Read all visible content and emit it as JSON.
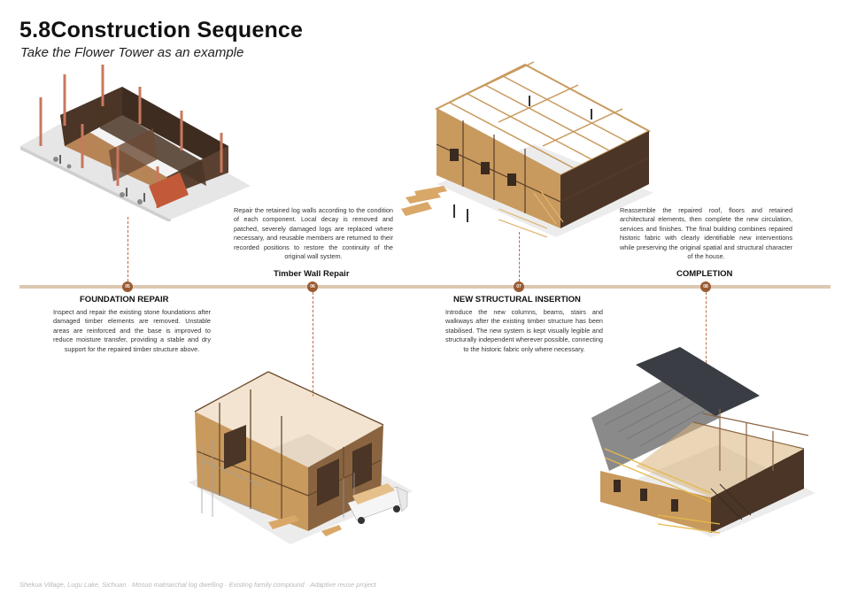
{
  "page": {
    "title": "5.8Construction Sequence",
    "subtitle": "Take the Flower Tower as an example",
    "footer": "Shekua Village, Lugu Lake, Sichuan · Mosuo matriarchal log dwelling · Existing family compound · Adaptive reuse project"
  },
  "steps": [
    {
      "number": "05",
      "heading": "FOUNDATION REPAIR",
      "description": "Inspect and repair the existing stone foundations after damaged timber elements are removed. Unstable areas are reinforced and the base is improved to reduce moisture transfer, providing a stable and dry support for the repaired timber structure above."
    },
    {
      "number": "06",
      "heading": "Timber Wall Repair",
      "description": "Repair the retained log walls according to the condition of each component. Local decay is removed and patched, severely damaged logs are replaced where necessary, and reusable members are returned to their recorded positions to restore the continuity of the original wall system."
    },
    {
      "number": "07",
      "heading": "NEW STRUCTURAL INSERTION",
      "description": "Introduce the new columns, beams, stairs and walkways after the existing timber structure has been stabilised. The new system is kept visually legible and structurally independent wherever possible, connecting to the historic fabric only where necessary."
    },
    {
      "number": "08",
      "heading": "COMPLETION",
      "description": "Reassemble the repaired roof, floors and retained architectural elements, then complete the new circulation, services and finishes. The final building combines repaired historic fabric with clearly identifiable new interventions while preserving the original spatial and structural character of the house."
    }
  ],
  "colors": {
    "timeline": "#dcc8b0",
    "node": "#9a5b32",
    "stem": "#c06a3a",
    "timber": "#c89a5e",
    "dark_log": "#4a3526",
    "stone": "#dcdcdc"
  }
}
